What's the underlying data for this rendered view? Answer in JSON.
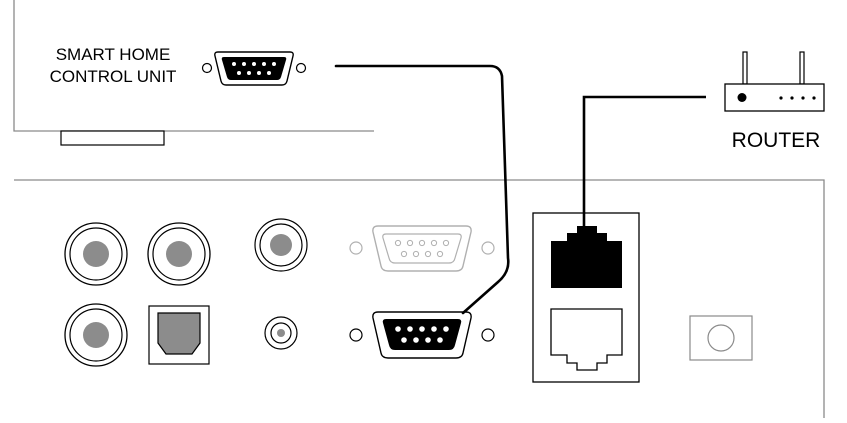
{
  "control_unit": {
    "label_line1": "SMART HOME",
    "label_line2": "CONTROL UNIT"
  },
  "router": {
    "label": "ROUTER"
  },
  "colors": {
    "outline": "#8a8a8a",
    "cable": "#000000",
    "jack_gray": "#8c8c8c",
    "faded": "#b0b0b0",
    "port_black": "#000000"
  }
}
